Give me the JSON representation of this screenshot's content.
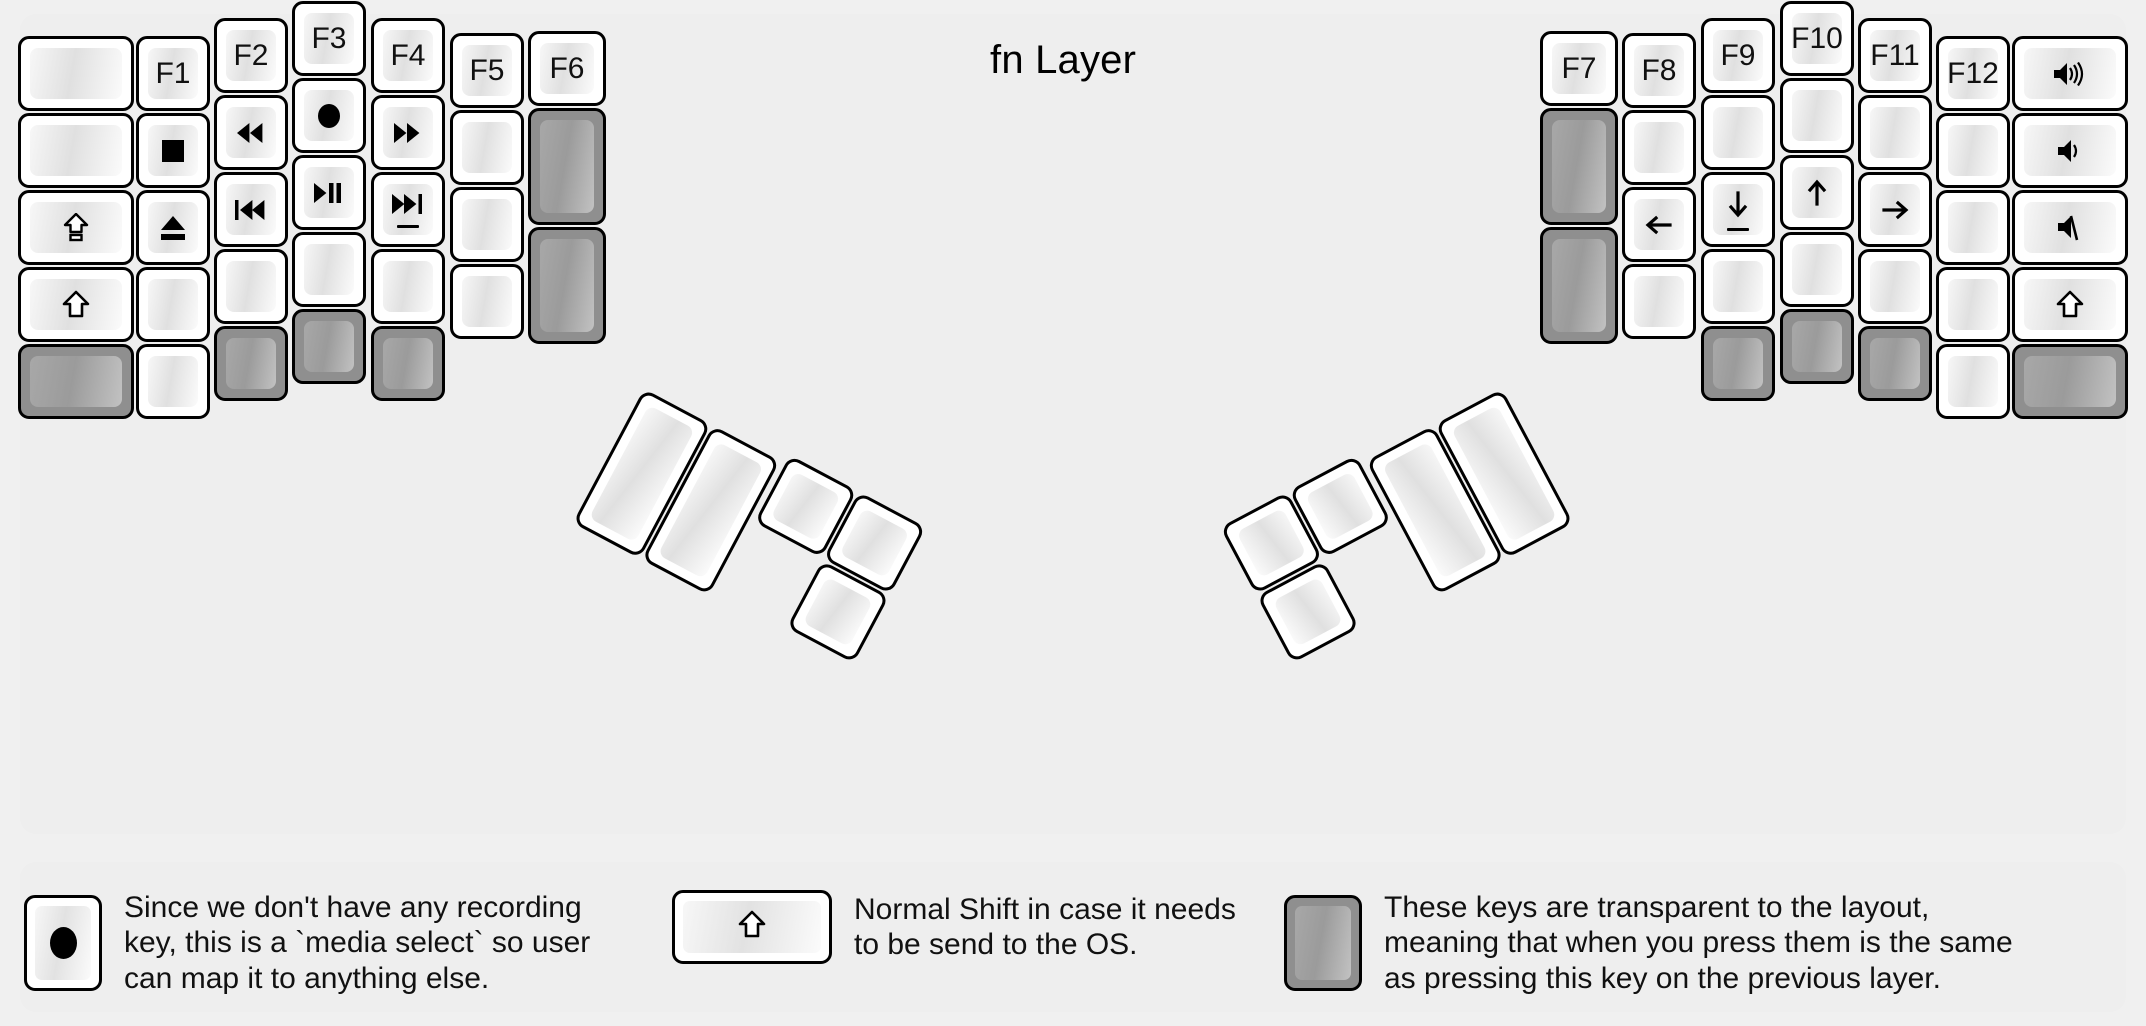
{
  "title": "fn Layer",
  "colors": {
    "background": "#f0f0f0",
    "panel": "#eeeeee",
    "key_white": "#ffffff",
    "key_transparent": "#8f8f8f",
    "outline": "#000000",
    "text": "#111111"
  },
  "glyphs": {
    "stop": "■",
    "record": "●",
    "rewind": "◂◂",
    "fast_forward": "▸▸",
    "prev_track": "❘◂◂",
    "play_pause": "▸❙❙",
    "next_track": "▸▸❘",
    "eject": "⏏",
    "caps_lock": "⇪",
    "shift": "⇧",
    "arrow_left": "←",
    "arrow_down": "↓",
    "arrow_up": "↑",
    "arrow_right": "→",
    "volume_up": "🔊",
    "volume_down": "🔉",
    "volume_mute": "🔇"
  },
  "left_half": {
    "name": "left-key-matrix",
    "columns": [
      {
        "name": "col-outer",
        "keys": [
          {
            "label": "",
            "icon": "",
            "transparent": false
          },
          {
            "label": "",
            "icon": "",
            "transparent": false
          },
          {
            "label": "",
            "icon": "caps-lock",
            "transparent": false
          },
          {
            "label": "",
            "icon": "shift",
            "transparent": false
          },
          {
            "label": "",
            "icon": "",
            "transparent": true
          }
        ]
      },
      {
        "name": "col-pinky",
        "keys": [
          {
            "label": "F1",
            "icon": "",
            "transparent": false
          },
          {
            "label": "",
            "icon": "stop",
            "transparent": false
          },
          {
            "label": "",
            "icon": "eject",
            "transparent": false
          },
          {
            "label": "",
            "icon": "",
            "transparent": false
          },
          {
            "label": "",
            "icon": "",
            "transparent": false
          }
        ]
      },
      {
        "name": "col-ring",
        "keys": [
          {
            "label": "F2",
            "icon": "",
            "transparent": false
          },
          {
            "label": "",
            "icon": "rewind",
            "transparent": false
          },
          {
            "label": "",
            "icon": "prev-track",
            "transparent": false
          },
          {
            "label": "",
            "icon": "",
            "transparent": false
          },
          {
            "label": "",
            "icon": "",
            "transparent": true
          }
        ]
      },
      {
        "name": "col-middle",
        "keys": [
          {
            "label": "F3",
            "icon": "",
            "transparent": false
          },
          {
            "label": "",
            "icon": "record",
            "transparent": false
          },
          {
            "label": "",
            "icon": "play-pause",
            "transparent": false
          },
          {
            "label": "",
            "icon": "",
            "transparent": false
          },
          {
            "label": "",
            "icon": "",
            "transparent": true
          }
        ]
      },
      {
        "name": "col-index",
        "keys": [
          {
            "label": "F4",
            "icon": "",
            "transparent": false
          },
          {
            "label": "",
            "icon": "fast-forward",
            "transparent": false
          },
          {
            "label": "",
            "icon": "next-track",
            "transparent": false
          },
          {
            "label": "",
            "icon": "",
            "transparent": false
          },
          {
            "label": "",
            "icon": "",
            "transparent": true
          }
        ]
      },
      {
        "name": "col-inner",
        "keys": [
          {
            "label": "F5",
            "icon": "",
            "transparent": false
          },
          {
            "label": "",
            "icon": "",
            "transparent": false
          },
          {
            "label": "",
            "icon": "",
            "transparent": false
          },
          {
            "label": "",
            "icon": "",
            "transparent": false
          }
        ]
      },
      {
        "name": "col-innermost",
        "keys": [
          {
            "label": "F6",
            "icon": "",
            "transparent": false
          },
          {
            "label": "",
            "icon": "",
            "transparent": true
          },
          {
            "label": "",
            "icon": "",
            "transparent": true
          }
        ]
      }
    ],
    "thumb_cluster": {
      "name": "left-thumb-cluster",
      "keys": [
        {
          "label": "",
          "icon": "",
          "transparent": false,
          "size": "small"
        },
        {
          "label": "",
          "icon": "",
          "transparent": false,
          "size": "small"
        },
        {
          "label": "",
          "icon": "",
          "transparent": false,
          "size": "small"
        },
        {
          "label": "",
          "icon": "",
          "transparent": false,
          "size": "large"
        },
        {
          "label": "",
          "icon": "",
          "transparent": false,
          "size": "large"
        }
      ]
    }
  },
  "right_half": {
    "name": "right-key-matrix",
    "columns": [
      {
        "name": "col-innermost",
        "keys": [
          {
            "label": "F7",
            "icon": "",
            "transparent": false
          },
          {
            "label": "",
            "icon": "",
            "transparent": true
          },
          {
            "label": "",
            "icon": "",
            "transparent": true
          }
        ]
      },
      {
        "name": "col-inner",
        "keys": [
          {
            "label": "F8",
            "icon": "",
            "transparent": false
          },
          {
            "label": "",
            "icon": "",
            "transparent": false
          },
          {
            "label": "",
            "icon": "arrow-left",
            "transparent": false
          },
          {
            "label": "",
            "icon": "",
            "transparent": false
          }
        ]
      },
      {
        "name": "col-index",
        "keys": [
          {
            "label": "F9",
            "icon": "",
            "transparent": false
          },
          {
            "label": "",
            "icon": "",
            "transparent": false
          },
          {
            "label": "",
            "icon": "arrow-down",
            "transparent": false
          },
          {
            "label": "",
            "icon": "",
            "transparent": false
          },
          {
            "label": "",
            "icon": "",
            "transparent": true
          }
        ]
      },
      {
        "name": "col-middle",
        "keys": [
          {
            "label": "F10",
            "icon": "",
            "transparent": false
          },
          {
            "label": "",
            "icon": "",
            "transparent": false
          },
          {
            "label": "",
            "icon": "arrow-up",
            "transparent": false
          },
          {
            "label": "",
            "icon": "",
            "transparent": false
          },
          {
            "label": "",
            "icon": "",
            "transparent": true
          }
        ]
      },
      {
        "name": "col-ring",
        "keys": [
          {
            "label": "F11",
            "icon": "",
            "transparent": false
          },
          {
            "label": "",
            "icon": "",
            "transparent": false
          },
          {
            "label": "",
            "icon": "arrow-right",
            "transparent": false
          },
          {
            "label": "",
            "icon": "",
            "transparent": false
          },
          {
            "label": "",
            "icon": "",
            "transparent": true
          }
        ]
      },
      {
        "name": "col-pinky",
        "keys": [
          {
            "label": "F12",
            "icon": "",
            "transparent": false
          },
          {
            "label": "",
            "icon": "",
            "transparent": false
          },
          {
            "label": "",
            "icon": "",
            "transparent": false
          },
          {
            "label": "",
            "icon": "",
            "transparent": false
          },
          {
            "label": "",
            "icon": "",
            "transparent": false
          }
        ]
      },
      {
        "name": "col-outer",
        "keys": [
          {
            "label": "",
            "icon": "volume-up",
            "transparent": false
          },
          {
            "label": "",
            "icon": "volume-down",
            "transparent": false
          },
          {
            "label": "",
            "icon": "volume-mute",
            "transparent": false
          },
          {
            "label": "",
            "icon": "shift",
            "transparent": false
          },
          {
            "label": "",
            "icon": "",
            "transparent": true
          }
        ]
      }
    ],
    "thumb_cluster": {
      "name": "right-thumb-cluster",
      "keys": [
        {
          "label": "",
          "icon": "",
          "transparent": false,
          "size": "small"
        },
        {
          "label": "",
          "icon": "",
          "transparent": false,
          "size": "small"
        },
        {
          "label": "",
          "icon": "",
          "transparent": false,
          "size": "small"
        },
        {
          "label": "",
          "icon": "",
          "transparent": false,
          "size": "large"
        },
        {
          "label": "",
          "icon": "",
          "transparent": false,
          "size": "large"
        }
      ]
    }
  },
  "legend": [
    {
      "name": "legend-media-select",
      "icon": "record",
      "transparent": false,
      "text": "Since we don't have any recording\nkey, this is a `media select` so user\ncan map it to anything else."
    },
    {
      "name": "legend-normal-shift",
      "icon": "shift",
      "transparent": false,
      "text": "Normal Shift in case it needs\nto be send to the OS."
    },
    {
      "name": "legend-transparent-keys",
      "icon": "",
      "transparent": true,
      "text": "These keys are transparent to the layout,\nmeaning that when you press them is the same\nas pressing this key on the previous layer."
    }
  ]
}
